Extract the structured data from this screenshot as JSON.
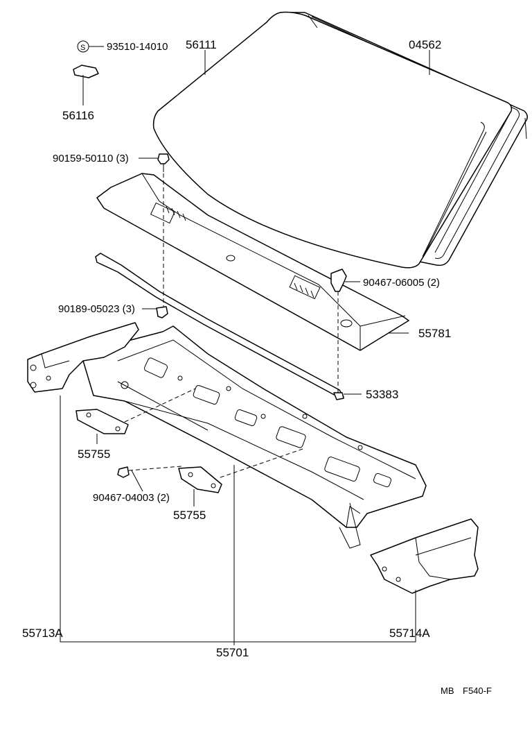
{
  "labels": {
    "l_93510_14010": "93510-14010",
    "l_56116": "56116",
    "l_56111": "56111",
    "l_04562": "04562",
    "l_90159_50110": "90159-50110 (3)",
    "l_90467_06005": "90467-06005 (2)",
    "l_90189_05023": "90189-05023 (3)",
    "l_55781": "55781",
    "l_53383": "53383",
    "l_55755_a": "55755",
    "l_90467_04003": "90467-04003 (2)",
    "l_55755_b": "55755",
    "l_55713A": "55713A",
    "l_55714A": "55714A",
    "l_55701": "55701",
    "s_symbol": "S"
  },
  "footer": {
    "code_prefix": "MB",
    "code": "F540-F"
  }
}
